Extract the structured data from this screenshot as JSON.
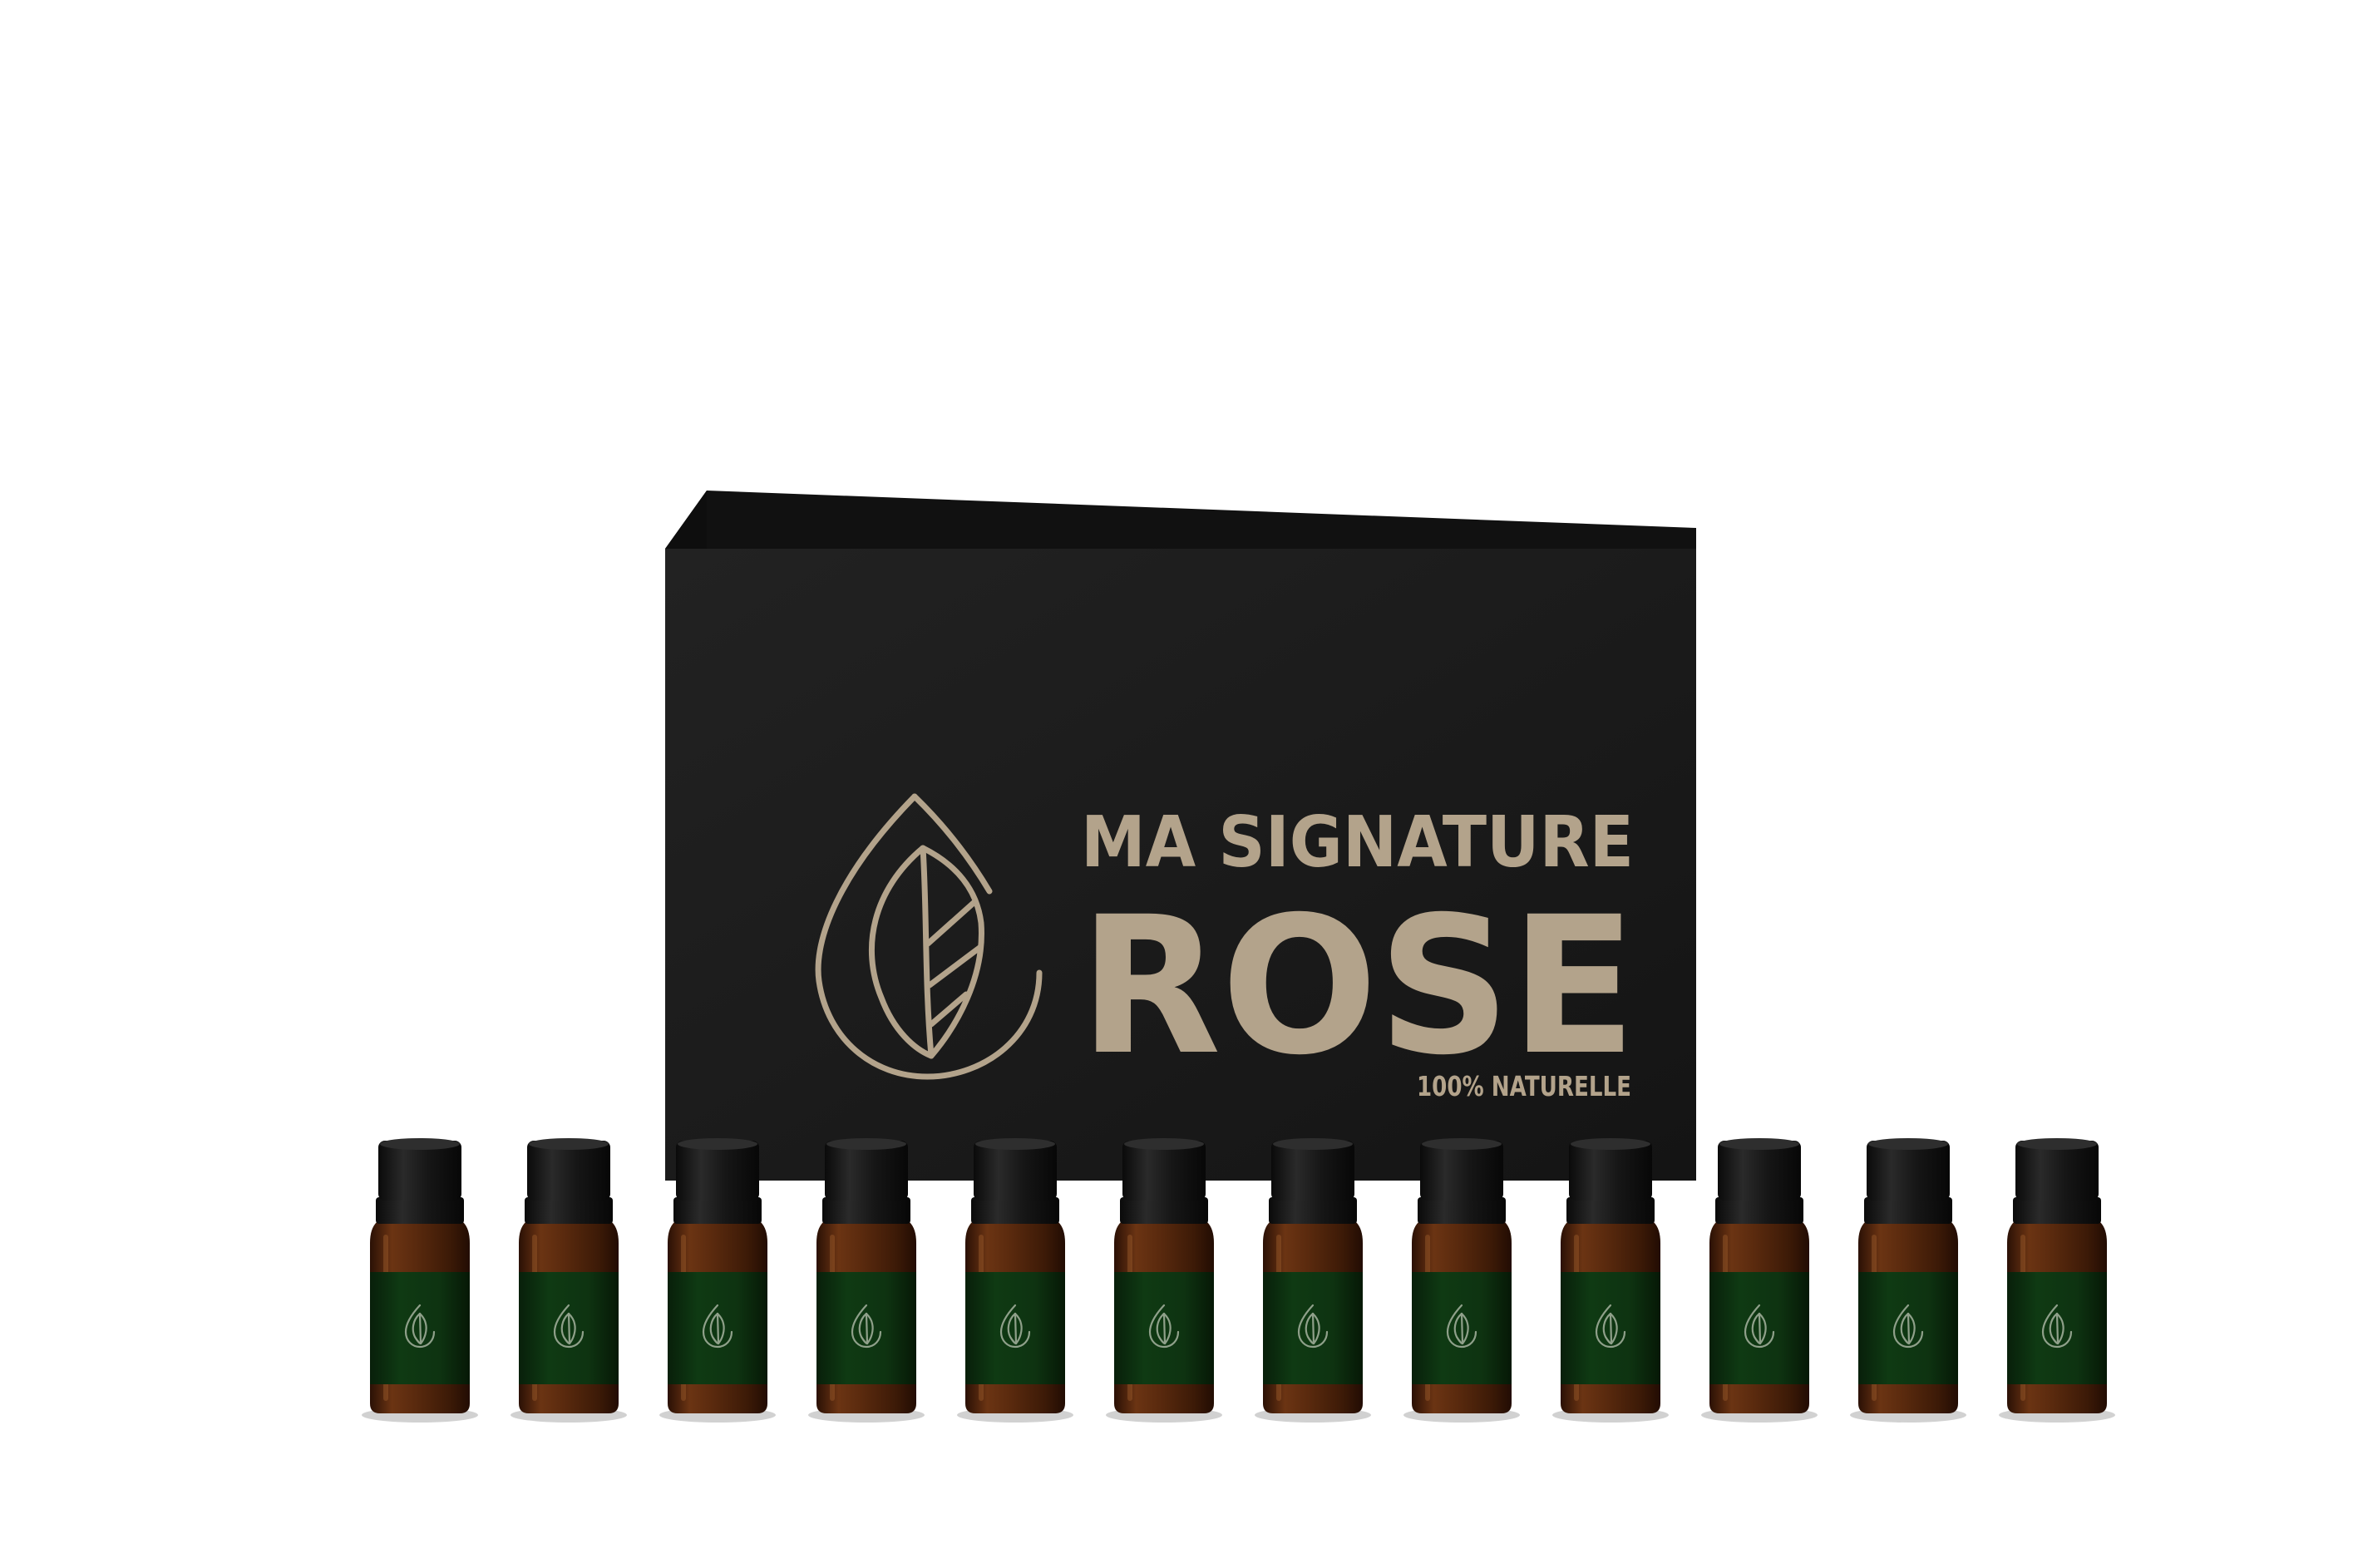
{
  "box": {
    "color": "#1b1b1b",
    "brand_color": "#b3a38b",
    "line1": "MA SIGNATURE",
    "line2": "ROSE",
    "tagline": "100% NATURELLE",
    "emblem_icon": "leaf-in-drop-icon"
  },
  "bottles": {
    "count": 12,
    "glass_color": "#5a2a0e",
    "cap_color": "#161616",
    "label_color": "#0e3311",
    "label_icon": "leaf-in-drop-icon"
  }
}
